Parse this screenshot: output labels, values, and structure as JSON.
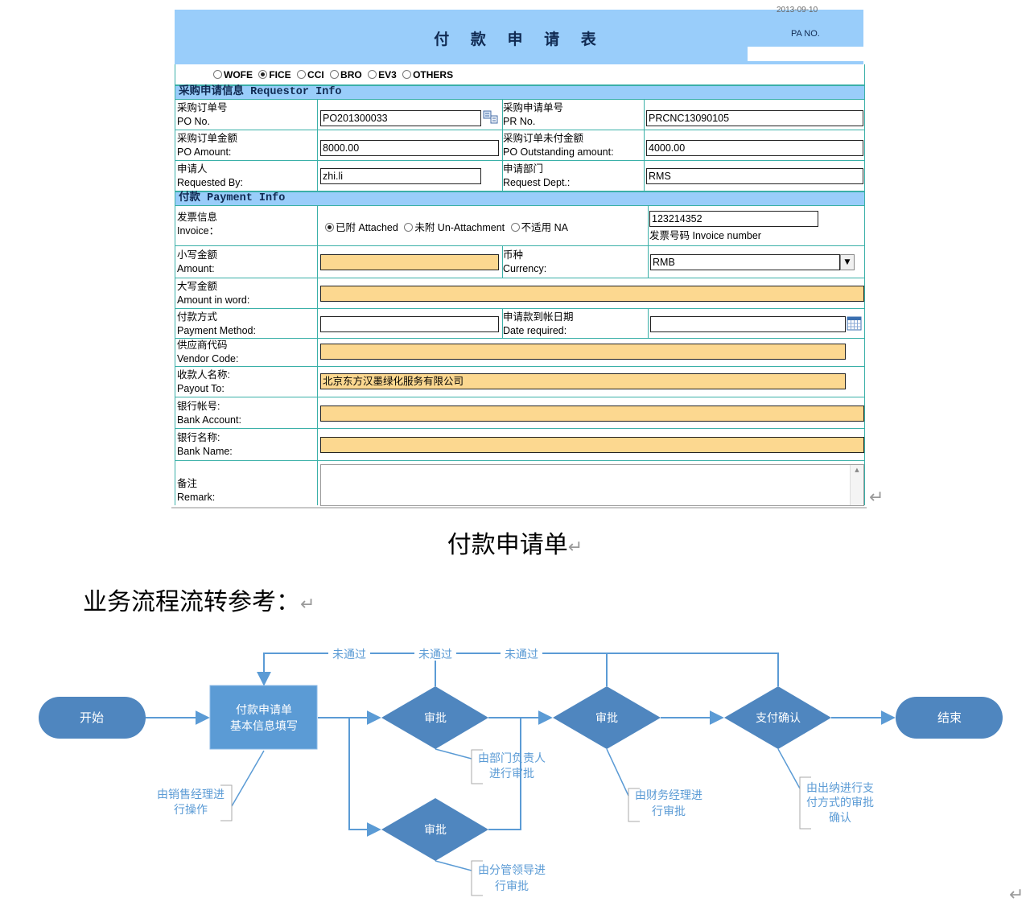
{
  "form": {
    "header_date": "2013-09-10",
    "title": "付 款 申 请 表",
    "pa_no_label": "PA NO.",
    "pa_no_value": "",
    "company_types": [
      {
        "label": "WOFE",
        "selected": false
      },
      {
        "label": "FICE",
        "selected": true
      },
      {
        "label": "CCI",
        "selected": false
      },
      {
        "label": "BRO",
        "selected": false
      },
      {
        "label": "EV3",
        "selected": false
      },
      {
        "label": "OTHERS",
        "selected": false
      }
    ],
    "requestor_section": "采购申请信息 Requestor Info",
    "po_no_cn": "采购订单号",
    "po_no_en": "PO No.",
    "po_no_value": "PO201300033",
    "pr_no_cn": "采购申请单号",
    "pr_no_en": "PR No.",
    "pr_no_value": "PRCNC13090105",
    "po_amount_cn": "采购订单金额",
    "po_amount_en": "PO Amount:",
    "po_amount_value": "8000.00",
    "po_outstanding_cn": "采购订单未付金额",
    "po_outstanding_en": "PO Outstanding amount:",
    "po_outstanding_value": "4000.00",
    "requested_by_cn": "申请人",
    "requested_by_en": "Requested By:",
    "requested_by_value": "zhi.li",
    "request_dept_cn": "申请部门",
    "request_dept_en": "Request Dept.:",
    "request_dept_value": "RMS",
    "payment_section": "付款 Payment Info",
    "invoice_cn": "发票信息",
    "invoice_en": "Invoice：",
    "invoice_options": [
      {
        "label": "已附  Attached",
        "selected": true
      },
      {
        "label": "未附  Un-Attachment",
        "selected": false
      },
      {
        "label": "不适用  NA",
        "selected": false
      }
    ],
    "invoice_number_value": "123214352",
    "invoice_number_label": "发票号码  Invoice number",
    "amount_cn": "小写金额",
    "amount_en": "Amount:",
    "amount_value": "",
    "currency_cn": "币种",
    "currency_en": "Currency:",
    "currency_value": "RMB",
    "amount_word_cn": "大写金额",
    "amount_word_en": "Amount in word:",
    "amount_word_value": "",
    "payment_method_cn": "付款方式",
    "payment_method_en": "Payment Method:",
    "payment_method_value": "",
    "date_required_cn": "申请款到帐日期",
    "date_required_en": "Date required:",
    "date_required_value": "",
    "vendor_code_cn": "供应商代码",
    "vendor_code_en": "Vendor Code:",
    "vendor_code_value": "",
    "payout_cn": "收款人名称:",
    "payout_en": "Payout To:",
    "payout_value": "北京东方汉墨绿化服务有限公司",
    "bank_account_cn": "银行帐号:",
    "bank_account_en": "Bank Account:",
    "bank_account_value": "",
    "bank_name_cn": "银行名称:",
    "bank_name_en": "Bank Name:",
    "bank_name_value": "",
    "remark_cn": "备注",
    "remark_en": "Remark:",
    "remark_value": ""
  },
  "doc": {
    "caption": "付款申请单",
    "reference_heading": "业务流程流转参考：",
    "paragraph_mark": "↵"
  },
  "flow": {
    "start": "开始",
    "fill_line1": "付款申请单",
    "fill_line2": "基本信息填写",
    "approve_top": "审批",
    "approve_bottom": "审批",
    "approve_finance": "审批",
    "pay_confirm": "支付确认",
    "end": "结束",
    "reject_1": "未通过",
    "reject_2": "未通过",
    "reject_3": "未通过",
    "note_sales_line1": "由销售经理进",
    "note_sales_line2": "行操作",
    "note_dept_line1": "由部门负责人",
    "note_dept_line2": "进行审批",
    "note_branch_line1": "由分管领导进",
    "note_branch_line2": "行审批",
    "note_finance_line1": "由财务经理进",
    "note_finance_line2": "行审批",
    "note_cashier_line1": "由出纳进行支",
    "note_cashier_line2": "付方式的审批",
    "note_cashier_line3": "确认"
  },
  "colors": {
    "form_header_blue": "#99cdfa",
    "grid_teal": "#3ab0a8",
    "required_yellow": "#fcd890",
    "flow_node_blue": "#4f86bf",
    "flow_line_blue": "#5b9bd5"
  }
}
